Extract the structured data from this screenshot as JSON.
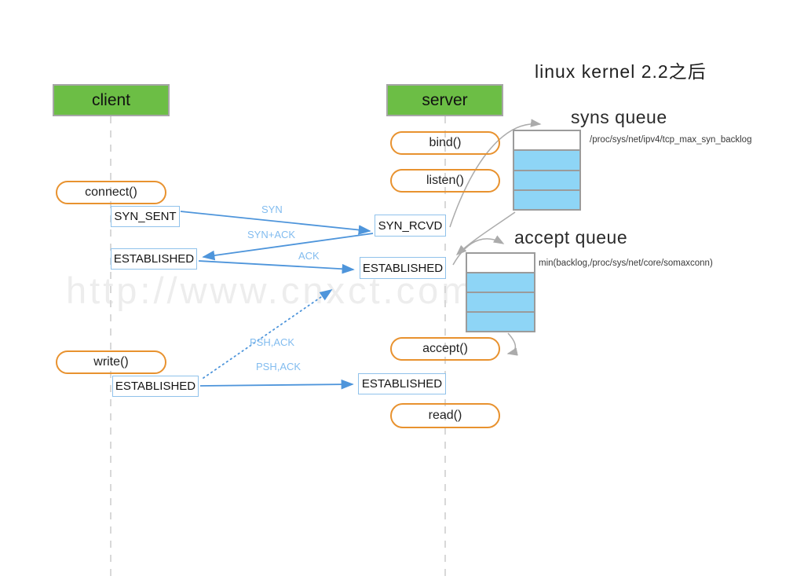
{
  "title": "linux  kernel 2.2之后",
  "watermark": "http://www.cnxct.com",
  "lanes": {
    "client": "client",
    "server": "server"
  },
  "calls": {
    "connect": "connect()",
    "bind": "bind()",
    "listen": "listen()",
    "accept": "accept()",
    "read": "read()",
    "write": "write()"
  },
  "states": {
    "syn_sent": "SYN_SENT",
    "syn_rcvd": "SYN_RCVD",
    "established": "ESTABLISHED"
  },
  "messages": {
    "syn": "SYN",
    "syn_ack": "SYN+ACK",
    "ack": "ACK",
    "psh_ack": "PSH,ACK"
  },
  "queues": {
    "syns": {
      "title": "syns queue",
      "note": "/proc/sys/net/ipv4/tcp_max_syn_backlog",
      "rows": [
        false,
        true,
        true,
        true
      ]
    },
    "accept": {
      "title": "accept queue",
      "note": "min(backlog,/proc/sys/net/core/somaxconn)",
      "rows": [
        false,
        true,
        true,
        true
      ]
    }
  },
  "colors": {
    "lane_green": "#6cbe45",
    "call_orange": "#e8922f",
    "arrow_blue": "#4e95db",
    "label_blue": "#82bcef",
    "state_border_blue": "#90c2eb",
    "queue_fill_blue": "#8ed5f6",
    "curve_gray": "#ababab",
    "lifeline_gray": "#d8d8d8"
  }
}
